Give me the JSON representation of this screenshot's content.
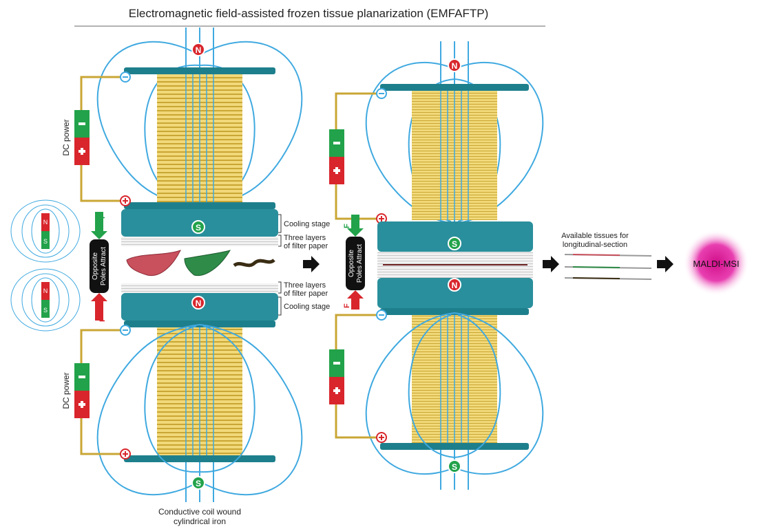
{
  "title": "Electromagnetic field-assisted frozen tissue planarization (EMFAFTP)",
  "labels": {
    "dc_power": "DC power",
    "cooling_stage": "Cooling stage",
    "three_layers": "Three layers",
    "of_filter_paper": "of filter paper",
    "opposite_poles_line1": "Opposite",
    "opposite_poles_line2": "Poles Attract",
    "force": "F",
    "north": "N",
    "south": "S",
    "coil_caption_line1": "Conductive coil wound",
    "coil_caption_line2": "cylindrical iron",
    "available_tissues_line1": "Available tissues for",
    "available_tissues_line2": "longitudinal-section",
    "maldi": "MALDI-MSI"
  },
  "colors": {
    "field_line": "#3fa9e0",
    "coil": "#e8c95a",
    "iron": "#1e7f8c",
    "stage": "#2a8f9c",
    "north_pole": "#d8262c",
    "south_pole": "#22a24a",
    "maldi": "#e2189b"
  }
}
